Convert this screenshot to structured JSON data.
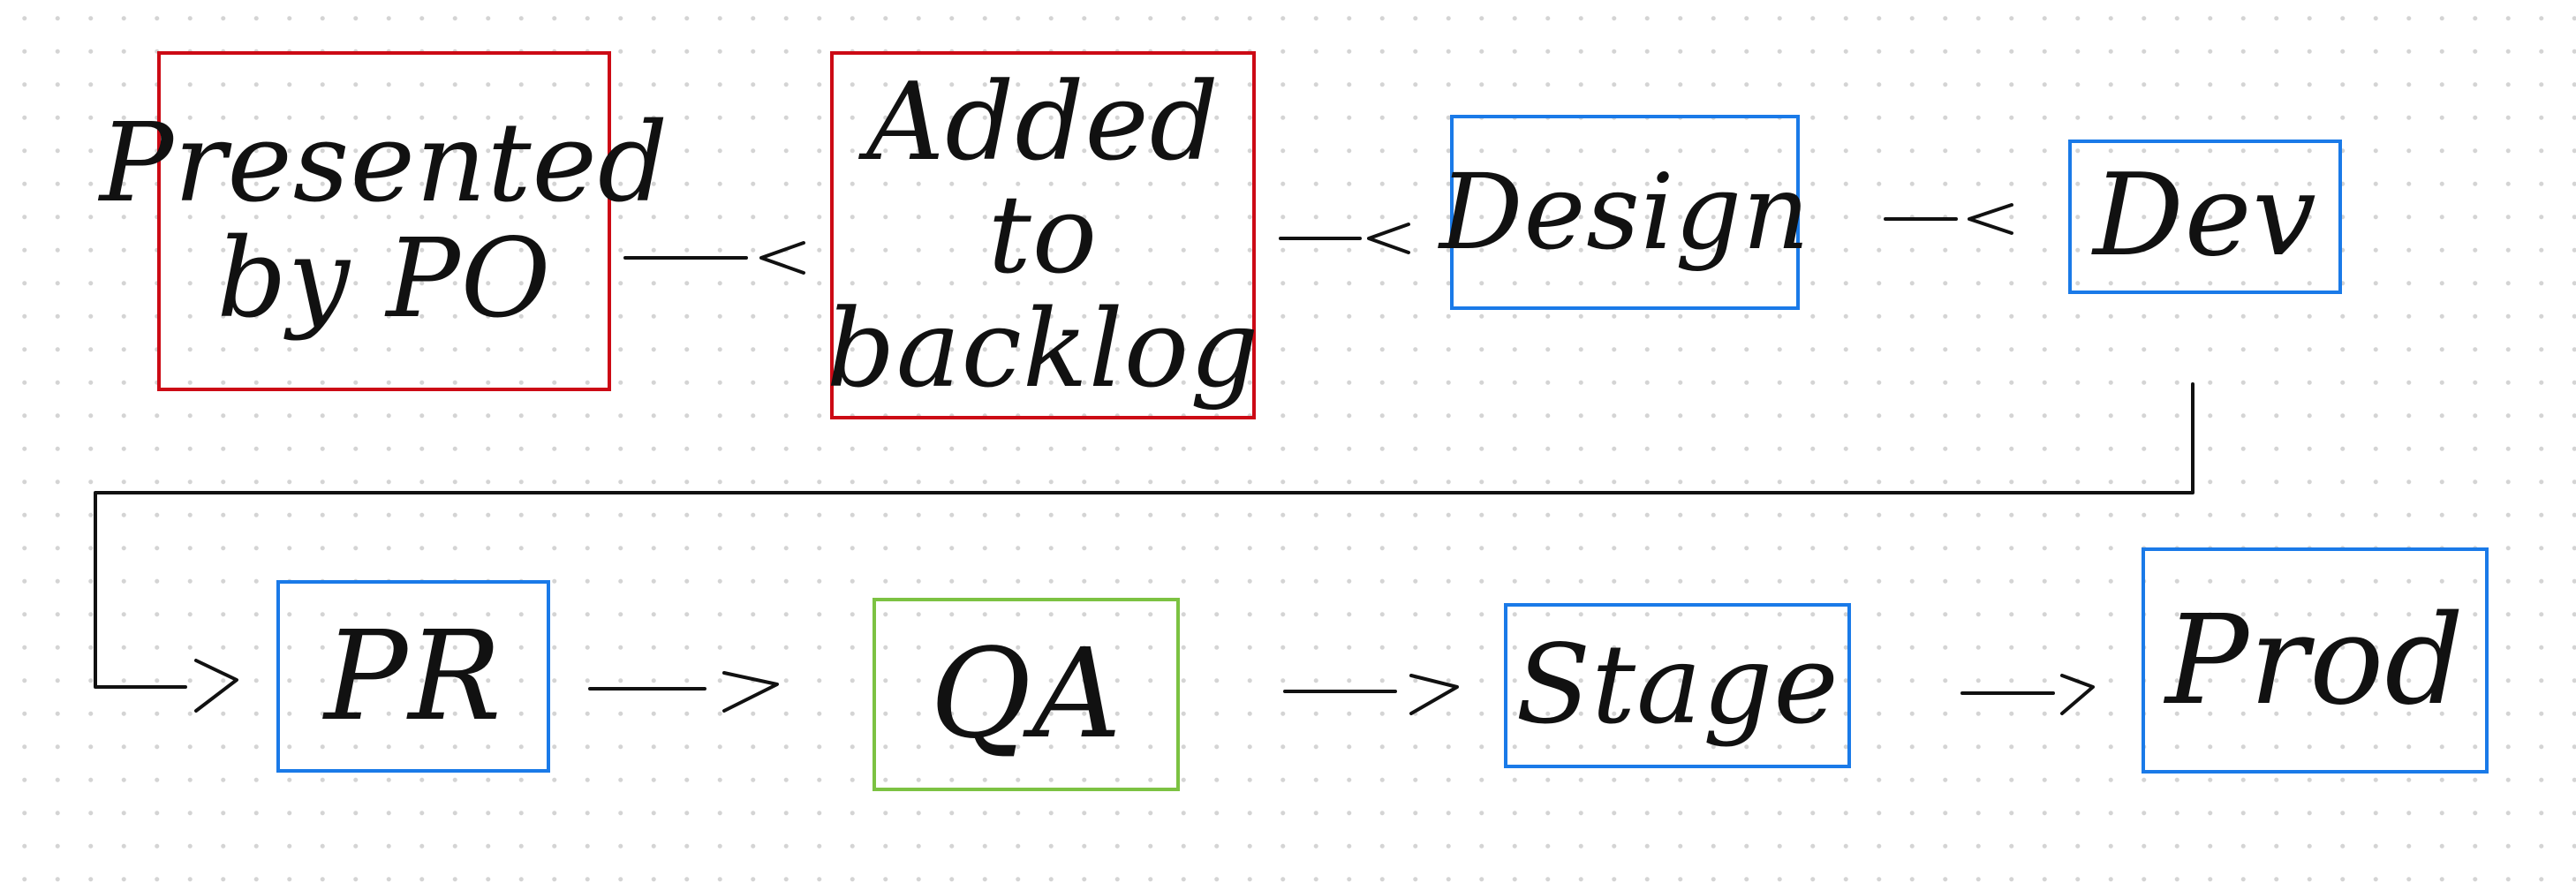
{
  "colors": {
    "red": "#cc0a15",
    "blue": "#1a7ae8",
    "green": "#7cc242",
    "ink": "#111111",
    "grid_dot": "#d4d4d4"
  },
  "diagram": {
    "boxes": [
      {
        "id": "presented",
        "label": "Presented\nby PO",
        "color": "red"
      },
      {
        "id": "backlog",
        "label": "Added to\nbacklog",
        "color": "red"
      },
      {
        "id": "design",
        "label": "Design",
        "color": "blue"
      },
      {
        "id": "dev",
        "label": "Dev",
        "color": "blue"
      },
      {
        "id": "pr",
        "label": "PR",
        "color": "blue"
      },
      {
        "id": "qa",
        "label": "QA",
        "color": "green"
      },
      {
        "id": "stage",
        "label": "Stage",
        "color": "blue"
      },
      {
        "id": "prod",
        "label": "Prod",
        "color": "blue"
      }
    ],
    "connections": [
      {
        "from": "presented",
        "to": "backlog"
      },
      {
        "from": "backlog",
        "to": "design"
      },
      {
        "from": "design",
        "to": "dev"
      },
      {
        "from": "dev",
        "to": "pr"
      },
      {
        "from": "pr",
        "to": "qa"
      },
      {
        "from": "qa",
        "to": "stage"
      },
      {
        "from": "stage",
        "to": "prod"
      }
    ]
  }
}
